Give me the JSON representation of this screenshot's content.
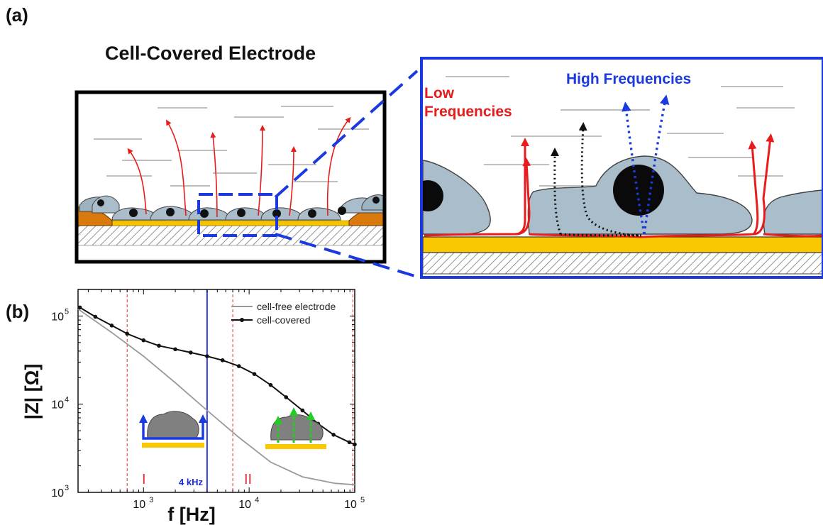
{
  "panel_a": {
    "label": "(a)",
    "title": "Cell-Covered Electrode",
    "zoom": {
      "low_label_line1": "Low",
      "low_label_line2": "Frequencies",
      "high_label": "High Frequencies"
    }
  },
  "panel_b": {
    "label": "(b)",
    "legend": {
      "cell_free": "cell-free electrode",
      "cell_covered": "cell-covered"
    },
    "region_I": "I",
    "region_II": "II",
    "marker_label": "4 kHz",
    "x_axis_label": "f [Hz]",
    "y_axis_label": "|Z|  [Ω]",
    "x_ticks": [
      "10",
      "10",
      "10"
    ],
    "x_tick_exps": [
      "3",
      "4",
      "5"
    ],
    "y_ticks": [
      "10",
      "10",
      "10"
    ],
    "y_tick_exps": [
      "5",
      "4",
      "3"
    ]
  },
  "chart_data": {
    "type": "line",
    "x_scale": "log",
    "y_scale": "log",
    "xlim": [
      240,
      100000
    ],
    "ylim": [
      1000,
      200000
    ],
    "xlabel": "f [Hz]",
    "ylabel": "|Z|  [Ω]",
    "legend_position": "top-right",
    "vertical_markers": [
      {
        "x": 700,
        "style": "dashed",
        "color": "#e0303a"
      },
      {
        "x": 4000,
        "style": "solid",
        "color": "#1a2be0",
        "label": "4 kHz"
      },
      {
        "x": 7000,
        "style": "dashed",
        "color": "#e0303a"
      },
      {
        "x": 96000,
        "style": "dashed",
        "color": "#e0303a"
      }
    ],
    "series": [
      {
        "name": "cell-free electrode",
        "color": "#999999",
        "x": [
          240,
          500,
          1000,
          2000,
          4000,
          8000,
          16000,
          32000,
          64000,
          100000
        ],
        "y": [
          120000,
          65000,
          35000,
          17500,
          8500,
          4200,
          2200,
          1500,
          1270,
          1220
        ]
      },
      {
        "name": "cell-covered",
        "color": "#111111",
        "x": [
          250,
          350,
          500,
          700,
          1000,
          1400,
          2000,
          2800,
          4000,
          5600,
          8000,
          11200,
          16000,
          22400,
          32000,
          45000,
          63000,
          89000,
          100000
        ],
        "y": [
          125000,
          98000,
          78000,
          63000,
          53000,
          46000,
          42000,
          38500,
          35000,
          31500,
          27000,
          22000,
          16500,
          12000,
          8500,
          6000,
          4500,
          3700,
          3500
        ]
      }
    ]
  }
}
